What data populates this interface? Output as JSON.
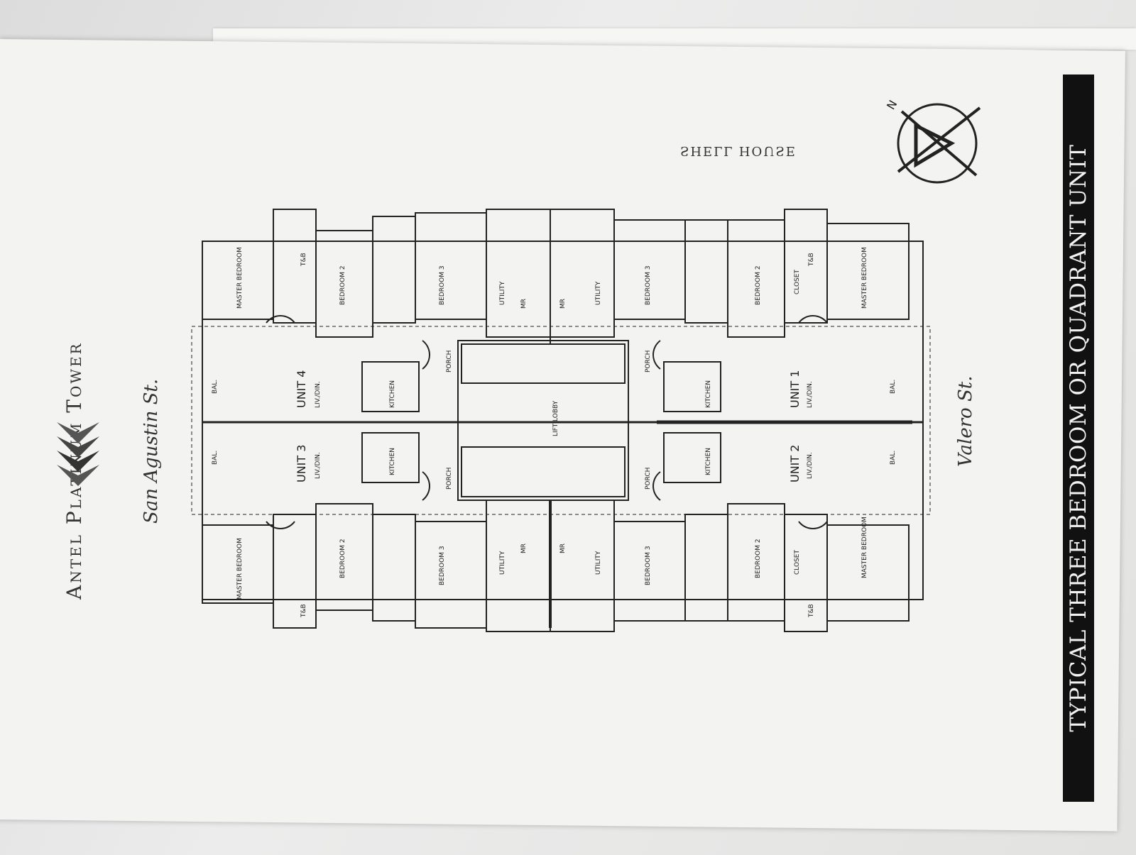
{
  "document": {
    "title": "TYPICAL THREE BEDROOM OR QUADRANT UNIT",
    "brand": "Antel Platinum Tower",
    "street_west": "San Agustin St.",
    "street_east": "Valero St.",
    "shell_house": "SHELL HOUSE",
    "compass_label": "N"
  },
  "plan": {
    "units": [
      {
        "name": "UNIT 4",
        "sub": "LIV./DIN."
      },
      {
        "name": "UNIT 3",
        "sub": "LIV./DIN."
      },
      {
        "name": "UNIT 1",
        "sub": "LIV./DIN."
      },
      {
        "name": "UNIT 2",
        "sub": "LIV./DIN."
      }
    ],
    "rooms": {
      "master": "MASTER BEDROOM",
      "bed2": "BEDROOM 2",
      "bed3": "BEDROOM 3",
      "kitchen": "KITCHEN",
      "utility": "UTILITY",
      "porch": "PORCH",
      "lobby": "LIFT LOBBY",
      "bal": "BAL.",
      "closet": "CLOSET",
      "tb": "T&B",
      "mr": "MR"
    }
  }
}
